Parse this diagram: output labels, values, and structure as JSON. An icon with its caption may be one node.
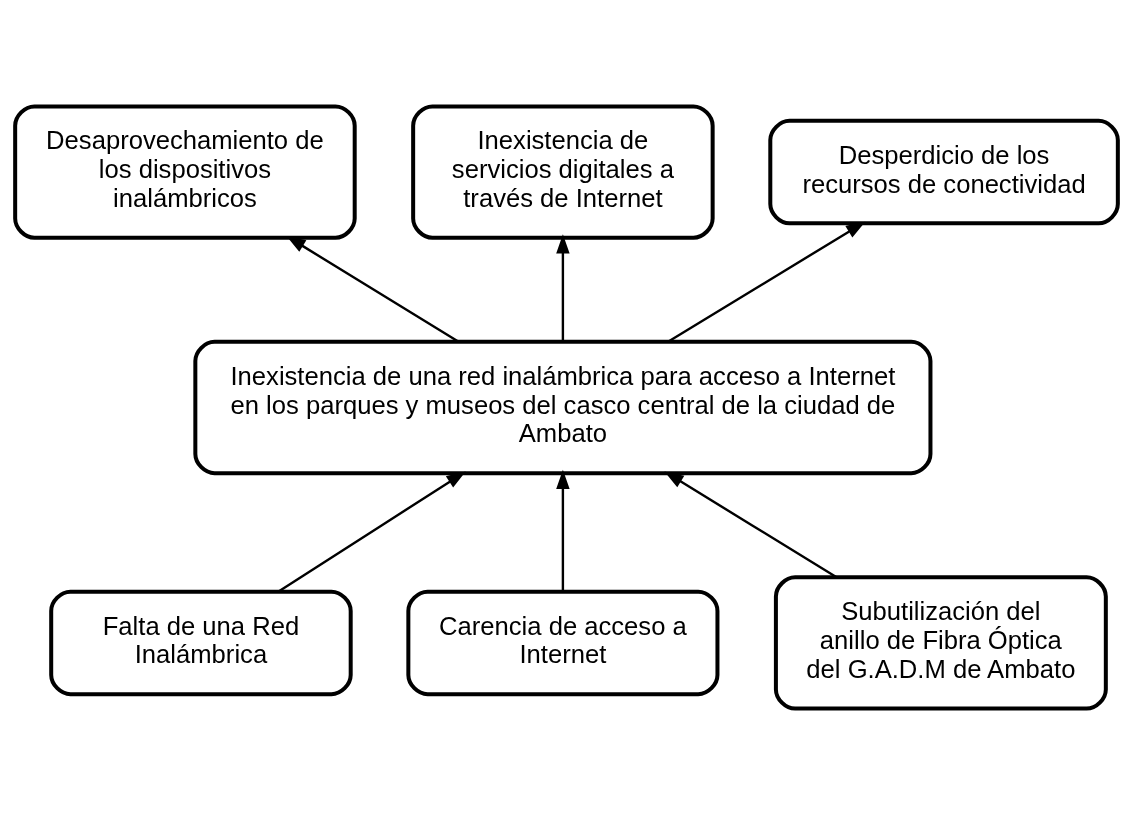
{
  "diagram": {
    "nodes": [
      {
        "text": [
          "Desaprovechamiento de los dispositivos inalámbricos"
        ]
      },
      {
        "text": [
          "Inexistencia de servicios digitales a través de Internet"
        ]
      },
      {
        "text": [
          "Desperdicio de los recursos de conectividad"
        ]
      },
      {
        "text": [
          "Inexistencia de una red inalámbrica para acceso a Internet en los parques y museos del casco central de la ciudad de Ambato"
        ]
      },
      {
        "text": [
          "Falta de una Red Inalámbrica"
        ]
      },
      {
        "text": [
          "Carencia de acceso a Internet"
        ]
      },
      {
        "text": [
          "Subutilización del anillo de Fibra Óptica del G.A.D.M de Ambato"
        ]
      }
    ],
    "edges": [
      {
        "from": 3,
        "to": 0,
        "arrow": "to"
      },
      {
        "from": 3,
        "to": 1,
        "arrow": "to"
      },
      {
        "from": 3,
        "to": 2,
        "arrow": "to"
      },
      {
        "from": 4,
        "to": 3,
        "arrow": "to"
      },
      {
        "from": 5,
        "to": 3,
        "arrow": "to"
      },
      {
        "from": 6,
        "to": 3,
        "arrow": "to"
      }
    ]
  }
}
